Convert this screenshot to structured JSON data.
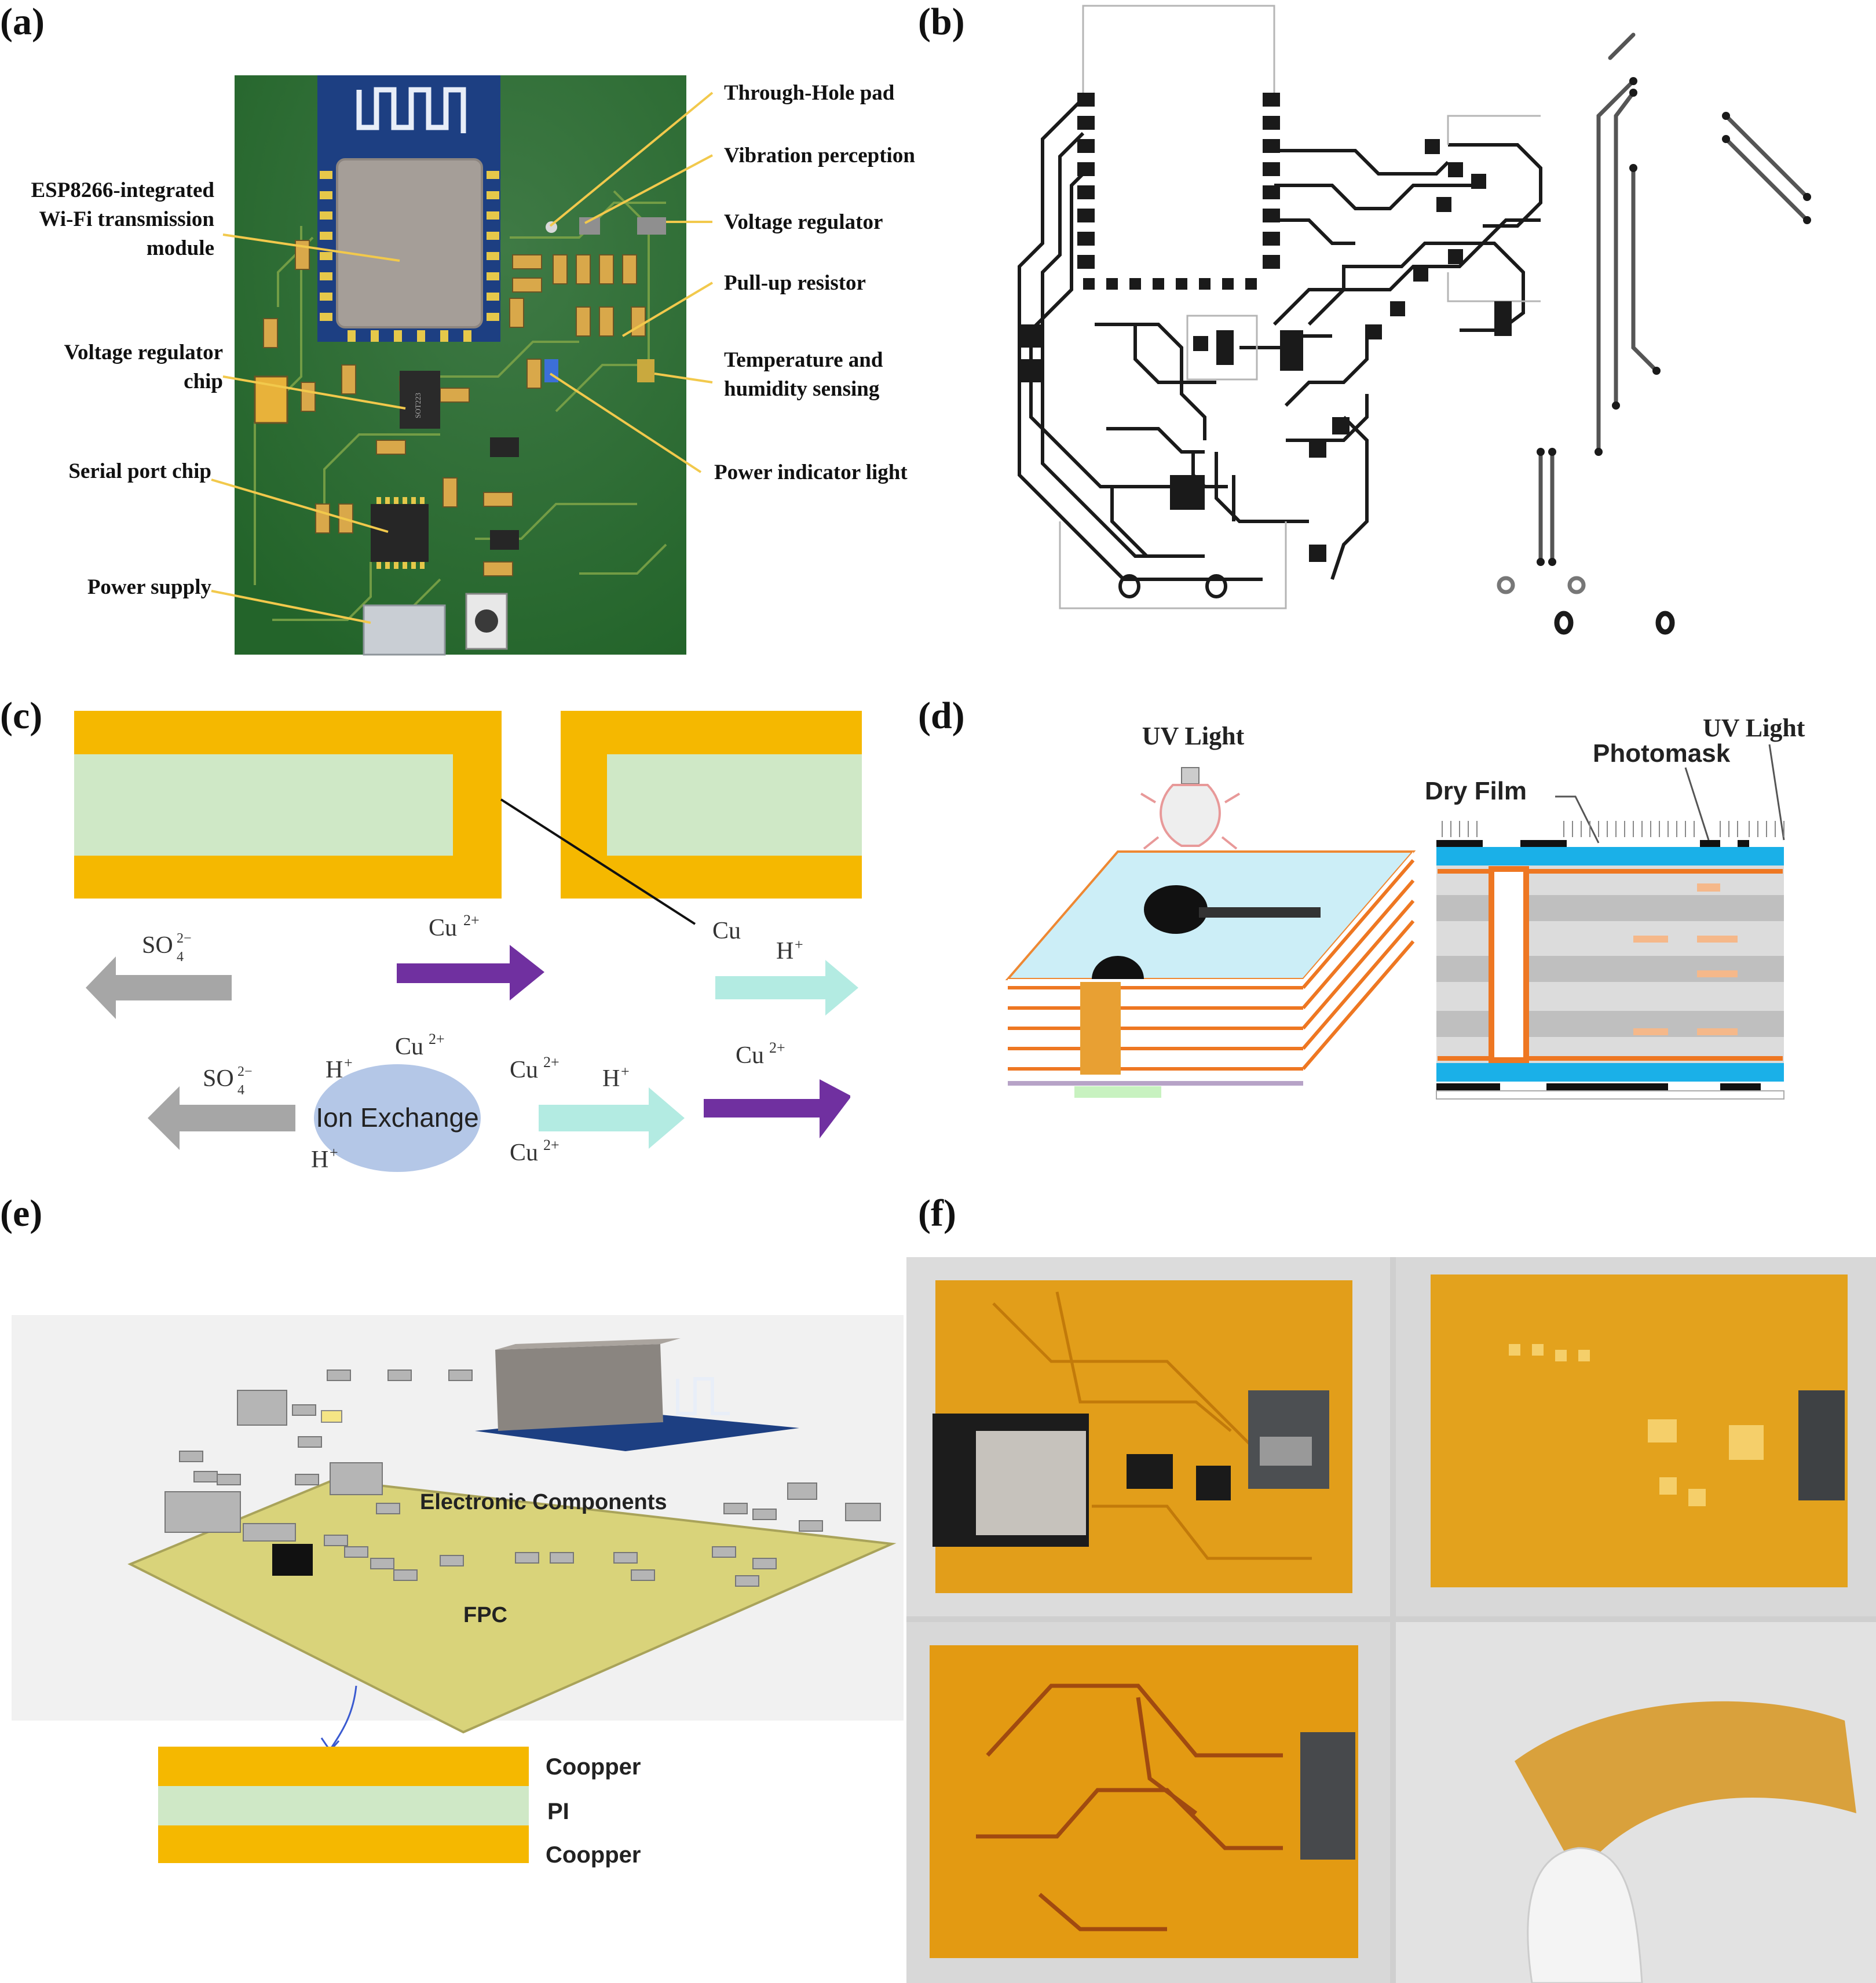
{
  "panel_labels": [
    "(a)",
    "(b)",
    "(c)",
    "(d)",
    "(e)",
    "(f)"
  ],
  "panel_a": {
    "callouts": {
      "wifi_module": [
        "ESP8266-integrated",
        "Wi-Fi transmission",
        "module"
      ],
      "vreg_chip": [
        "Voltage regulator",
        "chip"
      ],
      "serial_chip": "Serial port chip",
      "power_supply": "Power supply",
      "through_hole": "Through-Hole pad",
      "vibration": "Vibration perception",
      "vreg": "Voltage regulator",
      "pullup": "Pull-up resistor",
      "temp_humidity": [
        "Temperature  and",
        "humidity  sensing"
      ],
      "power_light": "Power indicator light"
    },
    "chip_marking": "SOT223"
  },
  "panel_c": {
    "labels": {
      "so4_top": "SO",
      "so4_sub": "4",
      "so4_sup": "2−",
      "cu2_top": "Cu",
      "cu2_sup": "2+",
      "cu": "Cu",
      "h_top": "H",
      "h_sup": "+",
      "so4_bottom": "SO",
      "ion_exchange": "Ion Exchange",
      "cu2_bottom_right": "Cu",
      "h_bottom": "H",
      "cu2_small_1": "Cu",
      "cu2_small_2": "Cu",
      "cu2_small_3": "Cu",
      "h_small_1": "H",
      "h_small_2": "H"
    },
    "colors": {
      "copper": "#f5b800",
      "pi": "#cfe8c6",
      "gray": "#a6a6a6",
      "purple": "#7030a0",
      "cyan": "#b3ebe2",
      "ellipse": "#b4c7e7"
    }
  },
  "panel_d": {
    "labels": {
      "uv_left": "UV Light",
      "uv_right": "UV Light",
      "photomask": "Photomask",
      "dry_film": "Dry Film"
    }
  },
  "panel_e": {
    "labels": {
      "components": "Electronic  Components",
      "fpc": "FPC",
      "copper_top": "Coopper",
      "pi": "PI",
      "copper_bottom": "Coopper"
    }
  }
}
